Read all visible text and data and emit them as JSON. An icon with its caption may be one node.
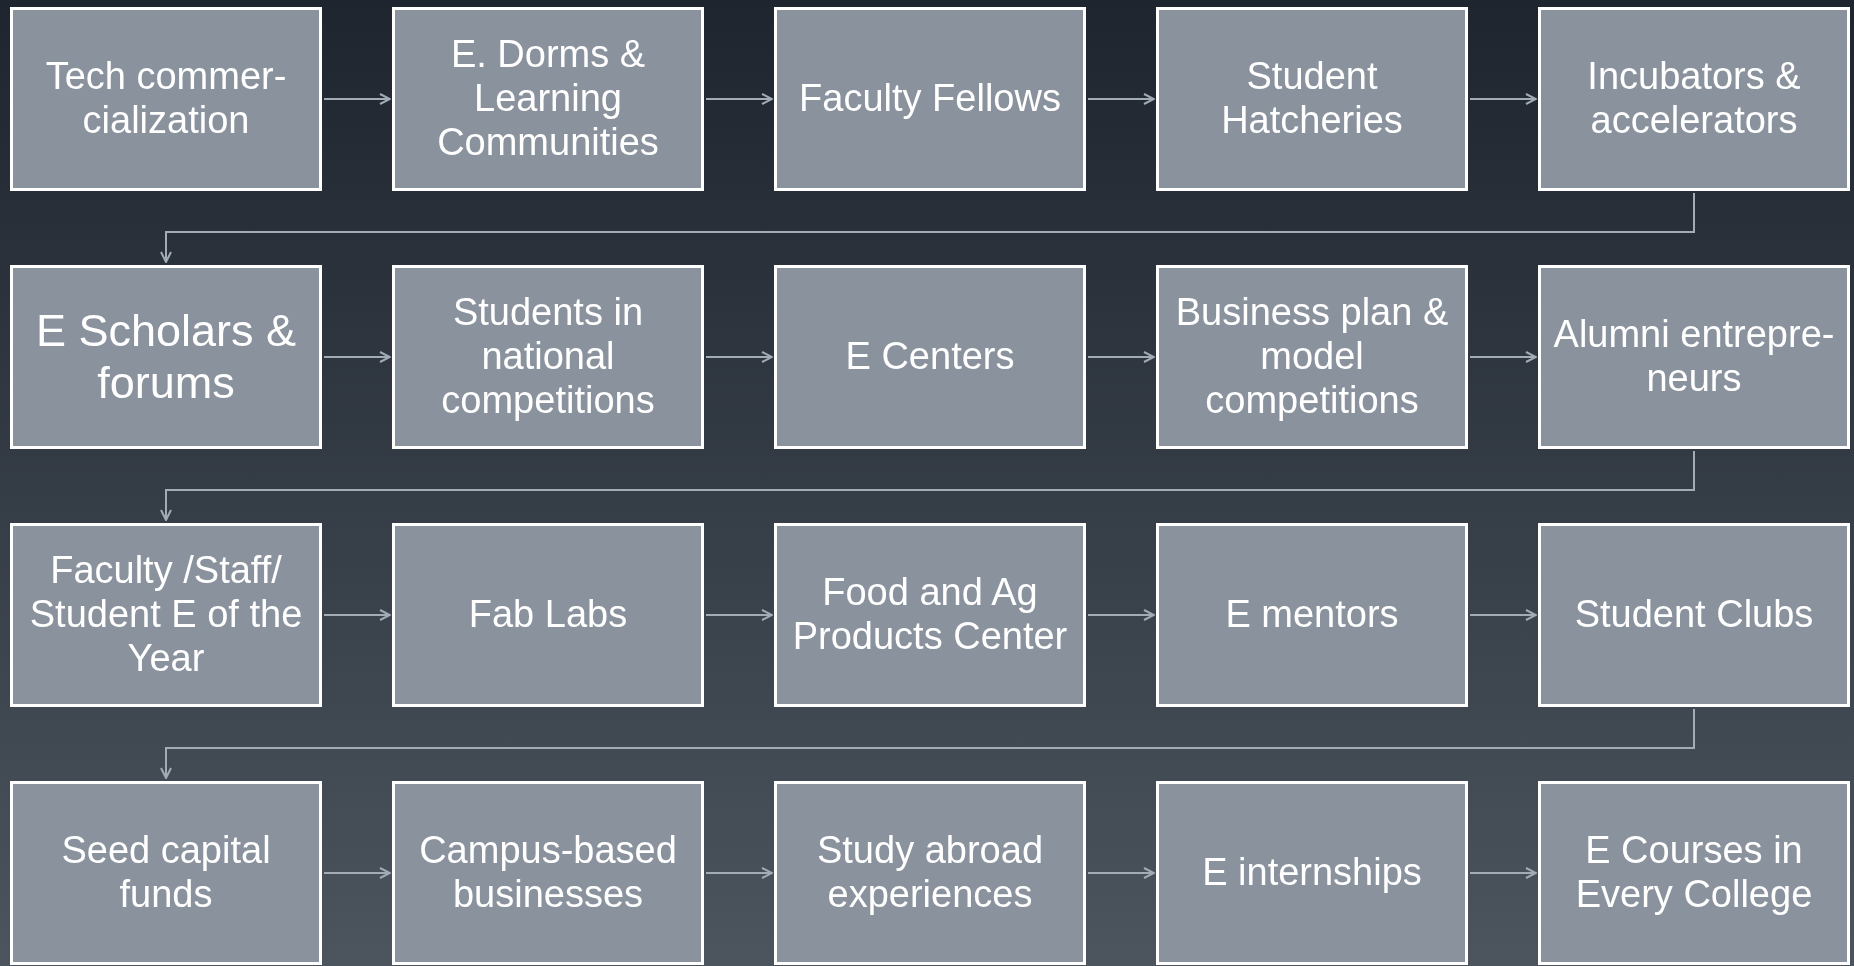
{
  "diagram": {
    "nodes": [
      {
        "text": [
          "Tech commer-cialization"
        ]
      },
      {
        "text": [
          "E. Dorms & Learning Communities"
        ]
      },
      {
        "text": [
          "Faculty Fellows"
        ]
      },
      {
        "text": [
          "Student Hatcheries"
        ]
      },
      {
        "text": [
          "Incubators & accelerators"
        ]
      },
      {
        "text": [
          "E Scholars & forums"
        ]
      },
      {
        "text": [
          "Students in national competitions"
        ]
      },
      {
        "text": [
          "E Centers"
        ]
      },
      {
        "text": [
          "Business plan  & model competitions"
        ]
      },
      {
        "text": [
          "Alumni entrepre-neurs"
        ]
      },
      {
        "text": [
          "Faculty /Staff/ Student E of the Year"
        ]
      },
      {
        "text": [
          "Fab Labs"
        ]
      },
      {
        "text": [
          "Food and Ag Products Center"
        ]
      },
      {
        "text": [
          "E mentors"
        ]
      },
      {
        "text": [
          "Student Clubs"
        ]
      },
      {
        "text": [
          "Seed capital funds"
        ]
      },
      {
        "text": [
          "Campus-based businesses"
        ]
      },
      {
        "text": [
          "Study abroad experiences"
        ]
      },
      {
        "text": [
          "E internships"
        ]
      },
      {
        "text": [
          "E Courses in Every College"
        ]
      }
    ],
    "edges": [
      {
        "from": 0,
        "to": 1,
        "arrow": "to"
      },
      {
        "from": 1,
        "to": 2,
        "arrow": "to"
      },
      {
        "from": 2,
        "to": 3,
        "arrow": "to"
      },
      {
        "from": 3,
        "to": 4,
        "arrow": "to"
      },
      {
        "from": 4,
        "to": 5,
        "arrow": "to"
      },
      {
        "from": 5,
        "to": 6,
        "arrow": "to"
      },
      {
        "from": 6,
        "to": 7,
        "arrow": "to"
      },
      {
        "from": 7,
        "to": 8,
        "arrow": "to"
      },
      {
        "from": 8,
        "to": 9,
        "arrow": "to"
      },
      {
        "from": 9,
        "to": 10,
        "arrow": "to"
      },
      {
        "from": 10,
        "to": 11,
        "arrow": "to"
      },
      {
        "from": 11,
        "to": 12,
        "arrow": "to"
      },
      {
        "from": 12,
        "to": 13,
        "arrow": "to"
      },
      {
        "from": 13,
        "to": 14,
        "arrow": "to"
      },
      {
        "from": 14,
        "to": 15,
        "arrow": "to"
      },
      {
        "from": 15,
        "to": 16,
        "arrow": "to"
      },
      {
        "from": 16,
        "to": 17,
        "arrow": "to"
      },
      {
        "from": 17,
        "to": 18,
        "arrow": "to"
      },
      {
        "from": 18,
        "to": 19,
        "arrow": "to"
      }
    ]
  }
}
